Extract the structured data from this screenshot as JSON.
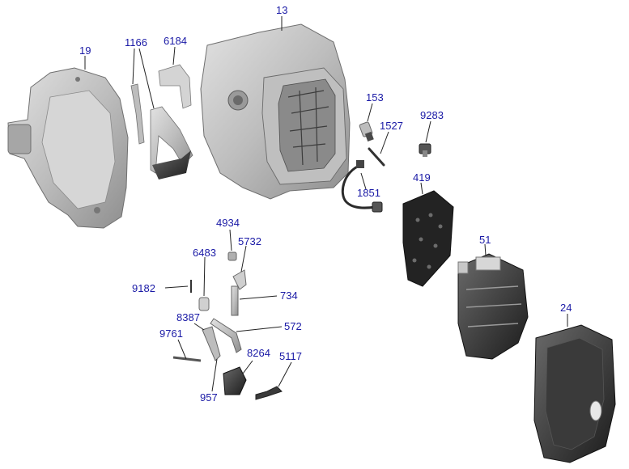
{
  "callouts": {
    "c13": "13",
    "c19": "19",
    "c1166": "1166",
    "c6184": "6184",
    "c153": "153",
    "c1527": "1527",
    "c9283": "9283",
    "c419": "419",
    "c1851": "1851",
    "c51": "51",
    "c24": "24",
    "c4934": "4934",
    "c5732": "5732",
    "c6483": "6483",
    "c9182": "9182",
    "c734": "734",
    "c8387": "8387",
    "c572": "572",
    "c9761": "9761",
    "c8264": "8264",
    "c5117": "5117",
    "c957": "957"
  },
  "colors": {
    "label": "#1a1aa6",
    "leader": "#222222",
    "part_light": "#c9c9c9",
    "part_mid": "#9a9a9a",
    "part_dark": "#2b2b2b"
  }
}
